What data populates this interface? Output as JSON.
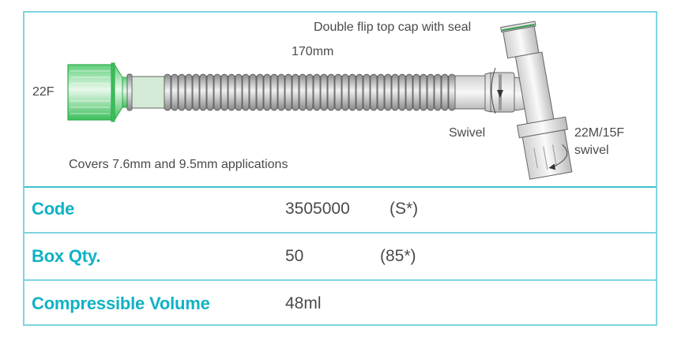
{
  "diagram": {
    "labels": {
      "top_cap": "Double flip top cap with seal",
      "length": "170mm",
      "left_connector": "22F",
      "swivel": "Swivel",
      "right_connector_line1": "22M/15F",
      "right_connector_line2": "swivel",
      "coverage": "Covers 7.6mm and 9.5mm applications"
    },
    "colors": {
      "connector_green": "#3cbf5a",
      "tube_grey": "#9a9a9a",
      "accent_teal": "#0fb2c4",
      "border": "#7fd4e0"
    }
  },
  "specs": [
    {
      "label": "Code",
      "value": "3505000",
      "note": "(S*)"
    },
    {
      "label": "Box Qty.",
      "value": "50",
      "note": "(85*)"
    },
    {
      "label": "Compressible Volume",
      "value": "48ml",
      "note": ""
    }
  ]
}
